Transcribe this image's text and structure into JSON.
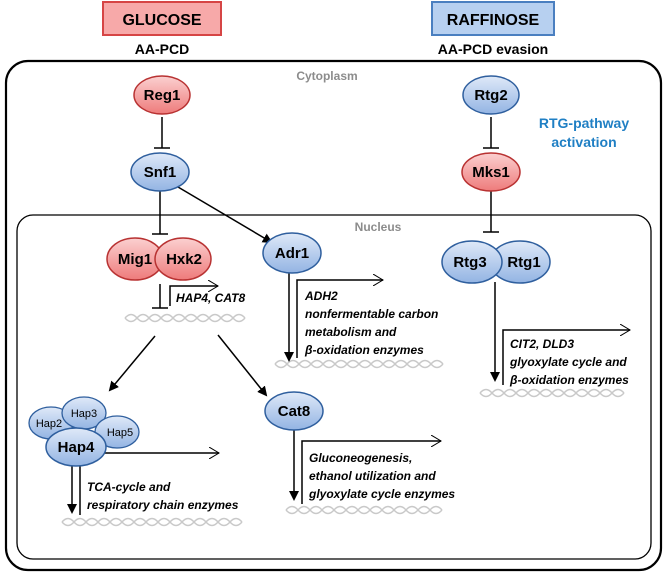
{
  "headers": {
    "glucose": {
      "label": "GLUCOSE",
      "sublabel": "AA-PCD",
      "fill": "#f49a9a",
      "stroke": "#d64545"
    },
    "raffinose": {
      "label": "RAFFINOSE",
      "sublabel": "AA-PCD evasion",
      "fill": "#a8c6ec",
      "stroke": "#4a7fc0"
    }
  },
  "regions": {
    "cytoplasm": "Cytoplasm",
    "nucleus": "Nucleus"
  },
  "annotation": {
    "rtg_line1": "RTG-pathway",
    "rtg_line2": "activation",
    "color": "#1f7fc4"
  },
  "colors": {
    "red_node": "#f08a8a",
    "blue_node": "#a9c4ea",
    "node_stroke_red": "#b83232",
    "node_stroke_blue": "#2f5f9e",
    "dna": "#c8c8c8"
  },
  "nodes": {
    "reg1": "Reg1",
    "snf1": "Snf1",
    "mig1": "Mig1",
    "hxk2": "Hxk2",
    "adr1": "Adr1",
    "rtg2": "Rtg2",
    "mks1": "Mks1",
    "rtg3": "Rtg3",
    "rtg1": "Rtg1",
    "hap2": "Hap2",
    "hap3": "Hap3",
    "hap5": "Hap5",
    "hap4": "Hap4",
    "cat8": "Cat8"
  },
  "genes": {
    "hap4_cat8": "HAP4, CAT8",
    "adh2_l1": "ADH2",
    "adh2_l2": "nonfermentable carbon",
    "adh2_l3": "metabolism and",
    "adh2_l4": "β-oxidation enzymes",
    "cit2_l1": "CIT2, DLD3",
    "cit2_l2": "glyoxylate cycle  and",
    "cit2_l3": "β-oxidation enzymes",
    "tca_l1": "TCA-cycle and",
    "tca_l2": "respiratory chain enzymes",
    "gluco_l1": "Gluconeogenesis,",
    "gluco_l2": "ethanol utilization and",
    "gluco_l3": "glyoxylate cycle enzymes"
  }
}
